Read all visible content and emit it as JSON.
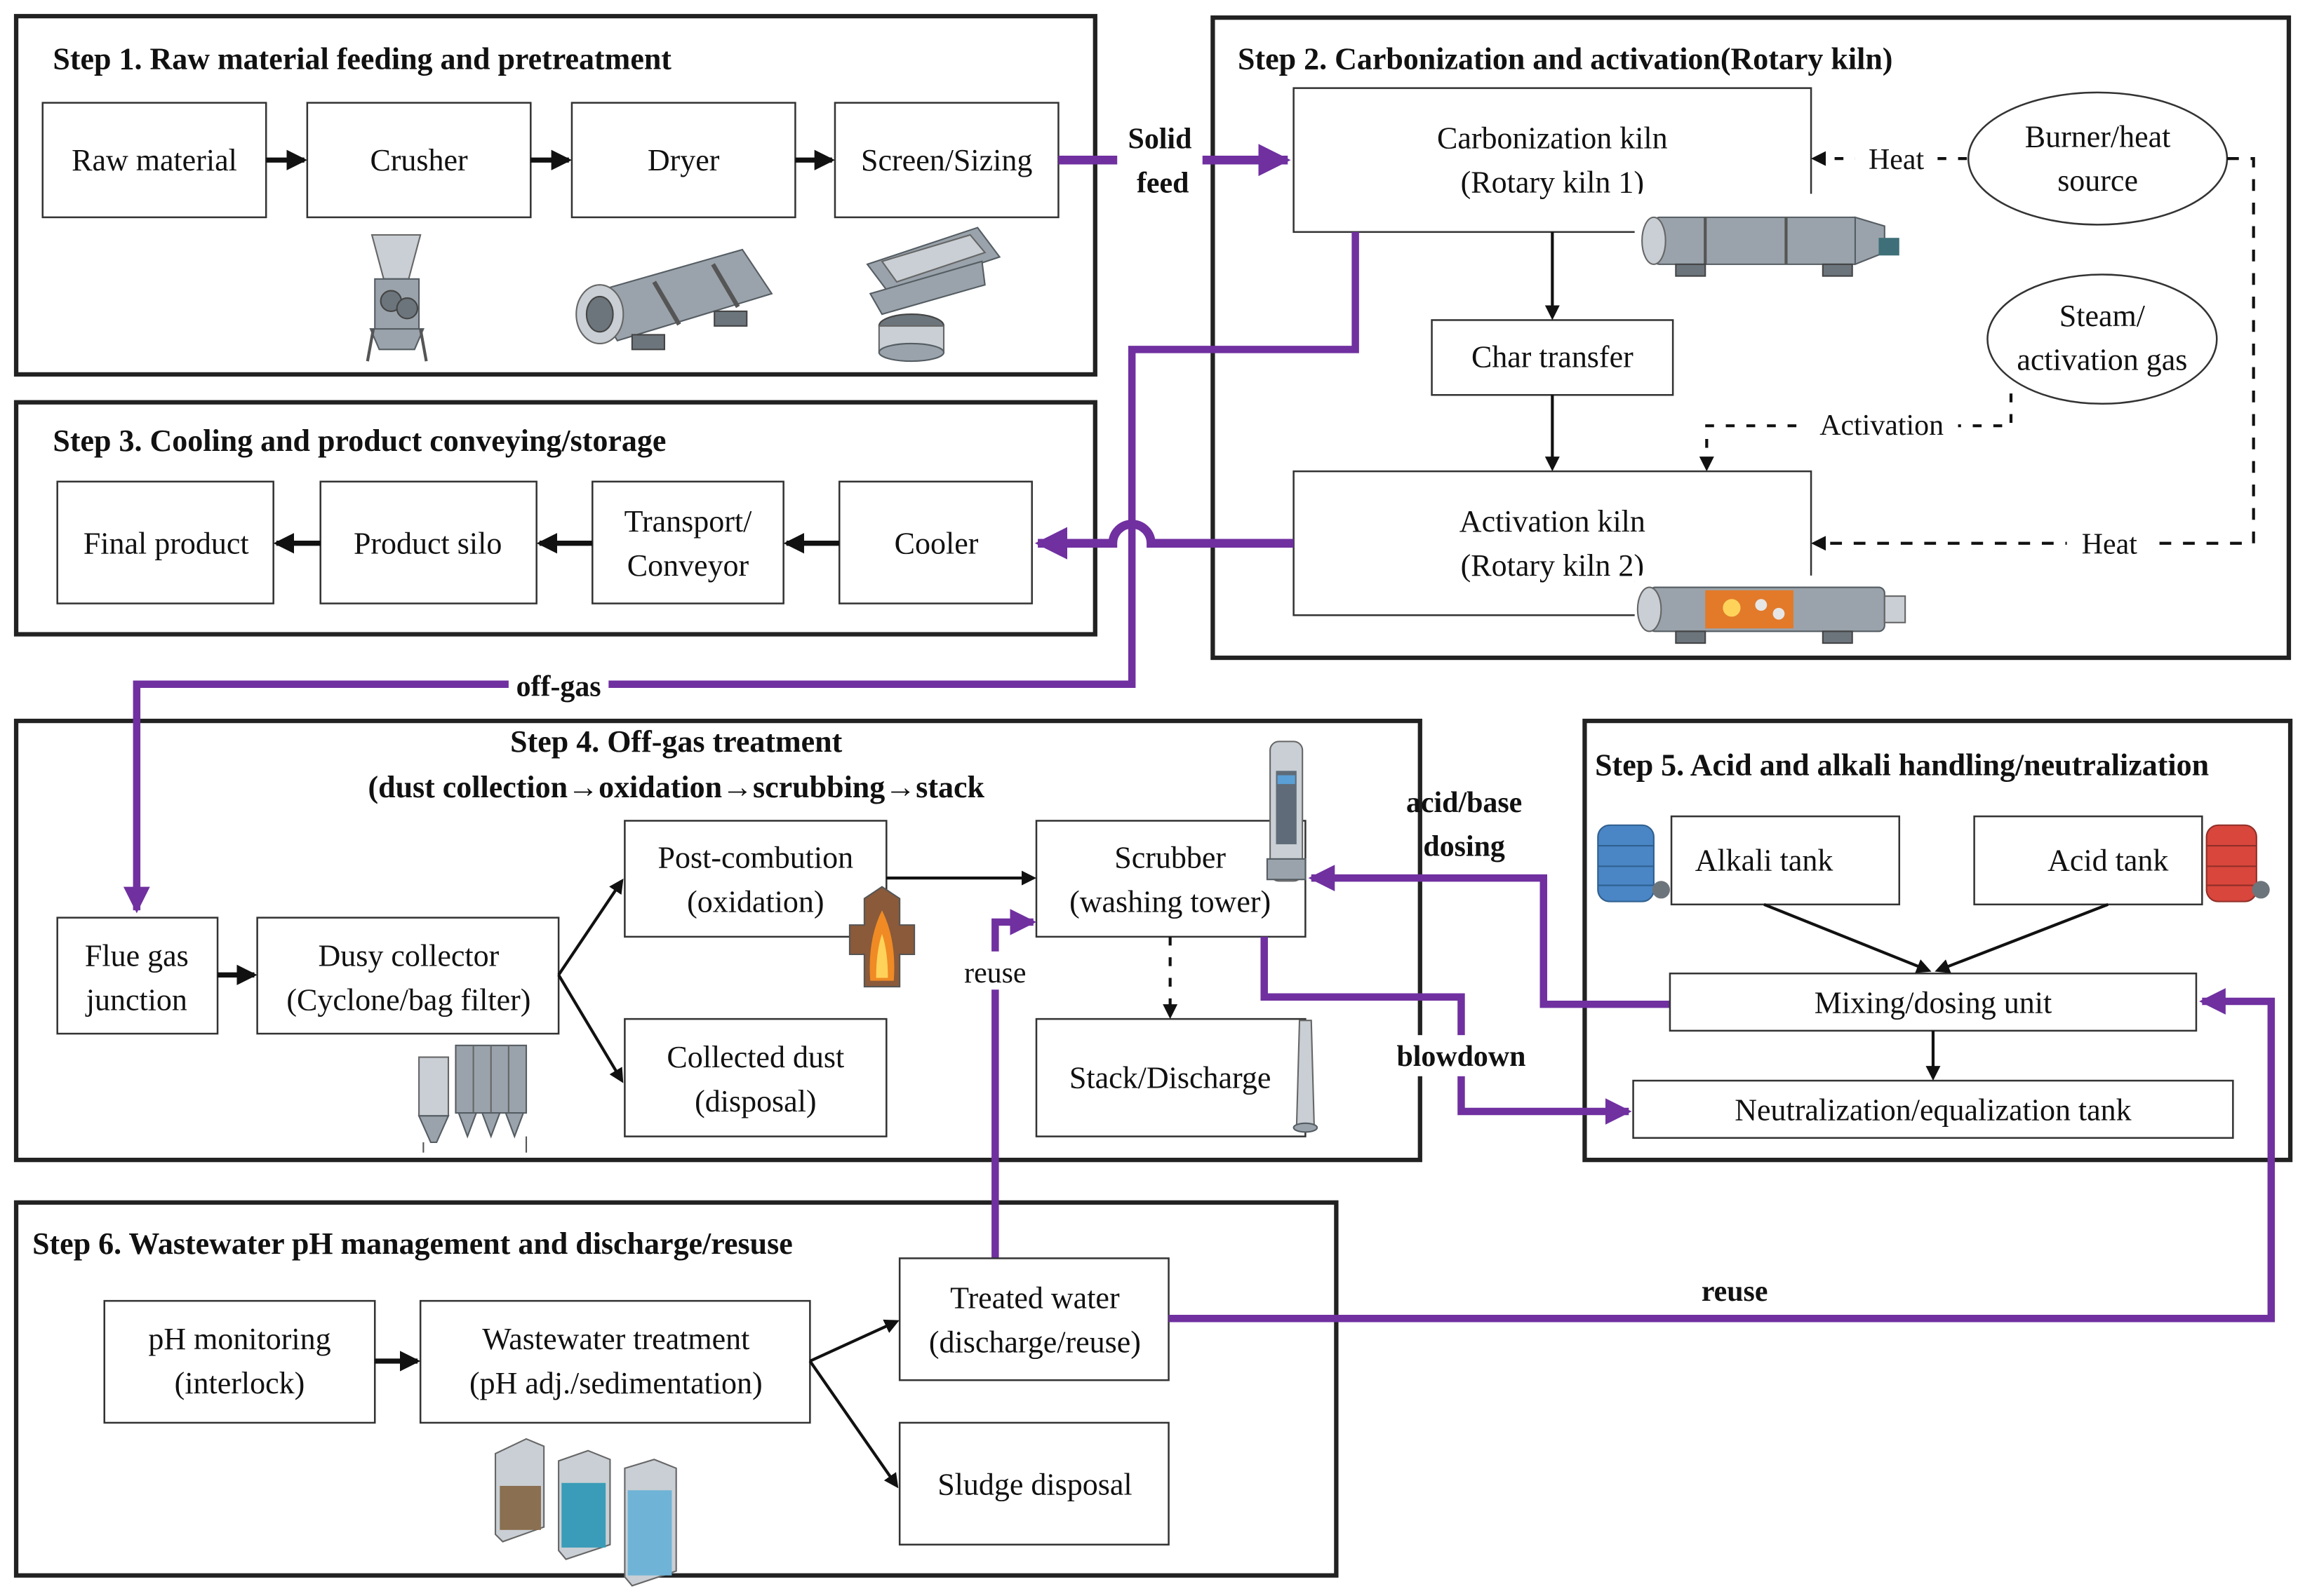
{
  "colors": {
    "purple_flow": "#7030A0",
    "frame": "#222222",
    "alkali_tank": "#4a86c5",
    "acid_tank": "#d9463c",
    "flame": "#f08a24"
  },
  "steps": {
    "step1": {
      "title": "Step 1. Raw material feeding and pretreatment",
      "nodes": [
        "Raw material",
        "Crusher",
        "Dryer",
        "Screen/Sizing"
      ],
      "equipment_icons": [
        "crusher-icon",
        "rotary-dryer-icon",
        "vibrating-screen-icon"
      ]
    },
    "step2": {
      "title": "Step 2. Carbonization and activation(Rotary kiln)",
      "carbonization_kiln": [
        "Carbonization kiln",
        "(Rotary kiln 1)"
      ],
      "char_transfer": "Char transfer",
      "activation_kiln": [
        "Activation kiln",
        "(Rotary kiln 2)"
      ],
      "burner": [
        "Burner/heat",
        "source"
      ],
      "steam": [
        "Steam/",
        "activation gas"
      ],
      "heat_label_top": "Heat",
      "activation_label": "Activation",
      "heat_label_bottom": "Heat"
    },
    "step3": {
      "title": "Step 3. Cooling and product conveying/storage",
      "final_product": "Final product",
      "product_silo": "Product silo",
      "transport": [
        "Transport/",
        "Conveyor"
      ],
      "cooler": "Cooler"
    },
    "step4": {
      "title": "Step 4. Off-gas treatment",
      "subtitle": "(dust collection→oxidation→scrubbing→stack",
      "flue_gas": [
        "Flue gas",
        "junction"
      ],
      "dust_collector": [
        "Dusy collector",
        "(Cyclone/bag filter)"
      ],
      "post_combustion": [
        "Post-combution",
        "(oxidation)"
      ],
      "collected_dust": [
        "Collected dust",
        "(disposal)"
      ],
      "scrubber": [
        "Scrubber",
        "(washing tower)"
      ],
      "stack": "Stack/Discharge",
      "reuse_label": "reuse"
    },
    "step5": {
      "title": "Step 5. Acid and alkali handling/neutralization",
      "alkali_tank": "Alkali tank",
      "acid_tank": "Acid tank",
      "mixing": "Mixing/dosing unit",
      "neutralization": "Neutralization/equalization tank"
    },
    "step6": {
      "title": "Step 6. Wastewater pH management and discharge/resuse",
      "ph_monitoring": [
        "pH monitoring",
        "(interlock)"
      ],
      "wastewater": [
        "Wastewater treatment",
        "(pH adj./sedimentation)"
      ],
      "treated_water": [
        "Treated water",
        "(discharge/reuse)"
      ],
      "sludge": "Sludge disposal"
    }
  },
  "flow_labels": {
    "solid_feed": [
      "Solid",
      "feed"
    ],
    "off_gas": "off-gas",
    "acid_base_dosing": [
      "acid/base",
      "dosing"
    ],
    "blowdown": "blowdown",
    "reuse": "reuse"
  }
}
